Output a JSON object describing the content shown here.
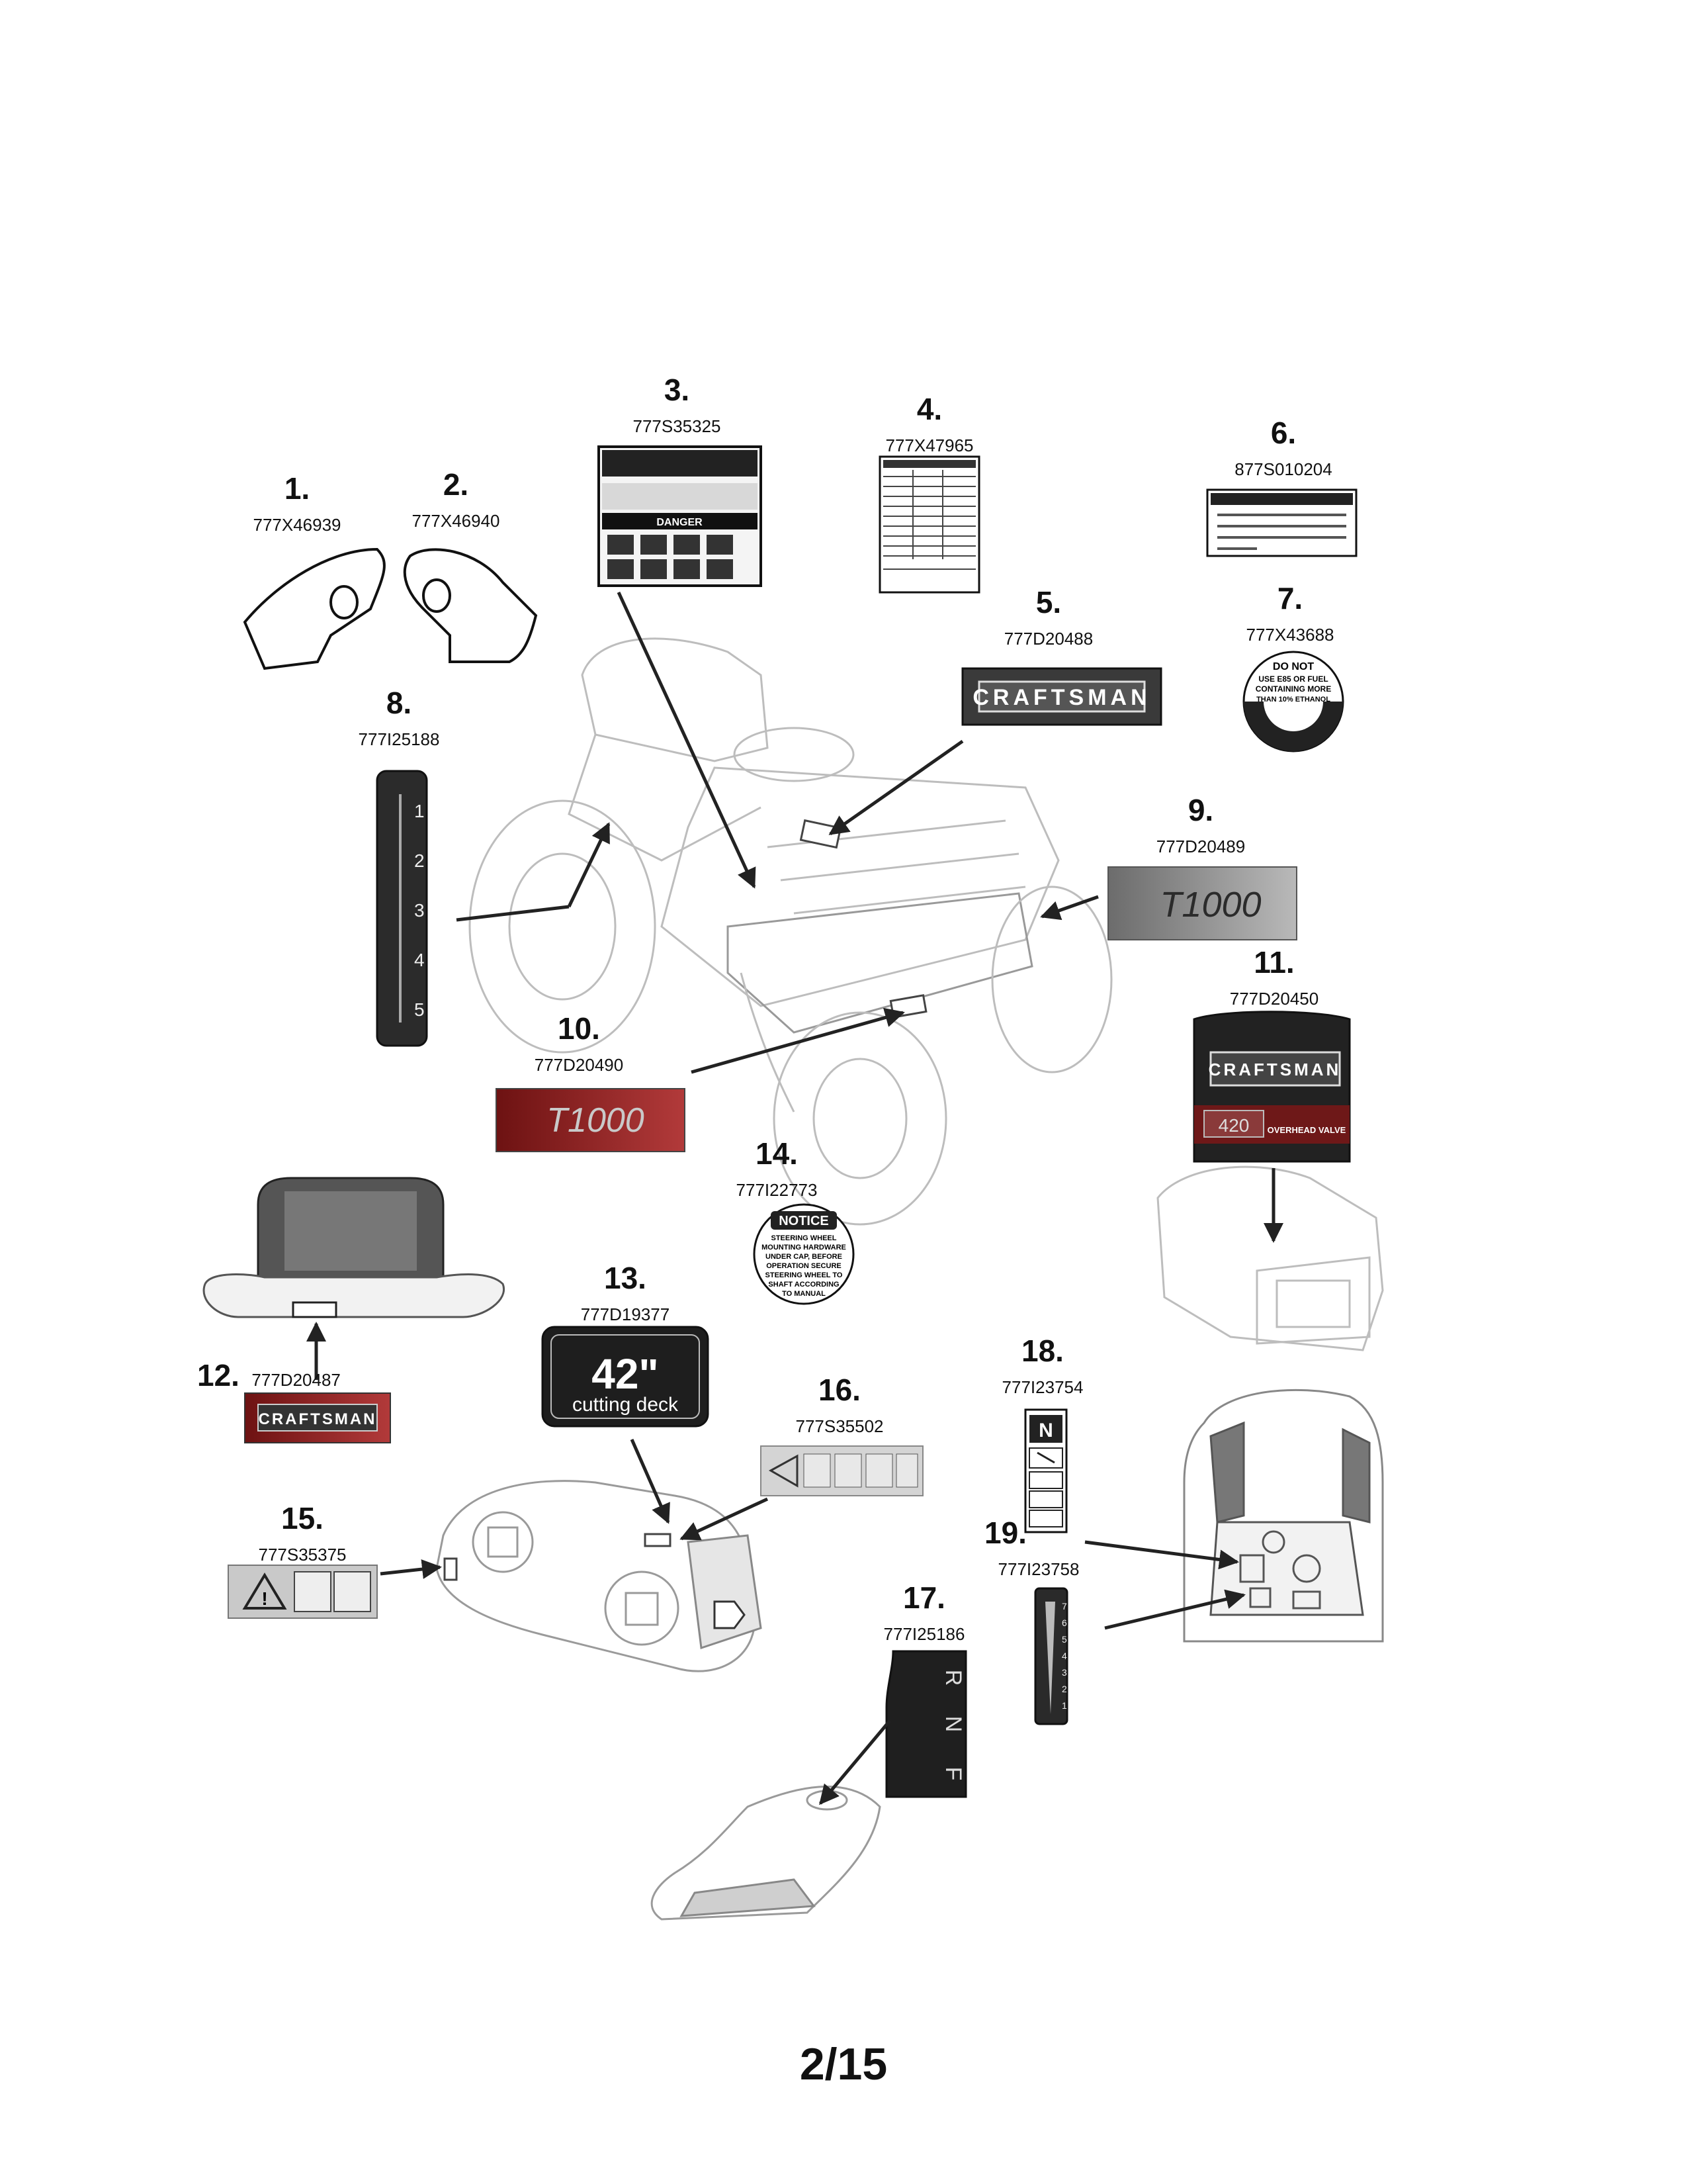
{
  "parts": [
    {
      "num": "1.",
      "pn": "777X46939"
    },
    {
      "num": "2.",
      "pn": "777X46940"
    },
    {
      "num": "3.",
      "pn": "777S35325"
    },
    {
      "num": "4.",
      "pn": "777X47965"
    },
    {
      "num": "5.",
      "pn": "777D20488"
    },
    {
      "num": "6.",
      "pn": "877S010204"
    },
    {
      "num": "7.",
      "pn": "777X43688"
    },
    {
      "num": "8.",
      "pn": "777I25188"
    },
    {
      "num": "9.",
      "pn": "777D20489"
    },
    {
      "num": "10.",
      "pn": "777D20490"
    },
    {
      "num": "11.",
      "pn": "777D20450"
    },
    {
      "num": "12.",
      "pn": "777D20487"
    },
    {
      "num": "13.",
      "pn": "777D19377"
    },
    {
      "num": "14.",
      "pn": "777I22773"
    },
    {
      "num": "15.",
      "pn": "777S35375"
    },
    {
      "num": "16.",
      "pn": "777S35502"
    },
    {
      "num": "17.",
      "pn": "777I25186"
    },
    {
      "num": "18.",
      "pn": "777I23754"
    },
    {
      "num": "19.",
      "pn": "777I23758"
    }
  ],
  "decals": {
    "craftsman": "CRAFTSMAN",
    "model_t1000": "T1000",
    "engine_size": "420",
    "overhead_valve": "OVERHEAD VALVE",
    "deck_size": "42\"",
    "deck_label": "cutting deck",
    "notice_title": "NOTICE",
    "notice_lines": [
      "STEERING WHEEL",
      "MOUNTING HARDWARE",
      "UNDER CAP, BEFORE",
      "OPERATION SECURE",
      "STEERING WHEEL TO",
      "SHAFT ACCORDING",
      "TO MANUAL"
    ],
    "fuel_lines": [
      "DO NOT",
      "USE E85 OR FUEL",
      "CONTAINING MORE",
      "THAN 10% ETHANOL"
    ],
    "danger": "DANGER",
    "shift_positions": [
      "1",
      "2",
      "3",
      "4",
      "5"
    ],
    "pedal_positions": [
      "R",
      "N",
      "F"
    ],
    "lift_positions": [
      "7",
      "6",
      "5",
      "4",
      "3",
      "2",
      "1"
    ],
    "neutral": "N"
  },
  "page_number": "2/15",
  "colors": {
    "ink": "#111111",
    "decal_dark": "#2b2b2b",
    "decal_red": "#8a1f1f",
    "decal_gray": "#9a9a9a"
  }
}
